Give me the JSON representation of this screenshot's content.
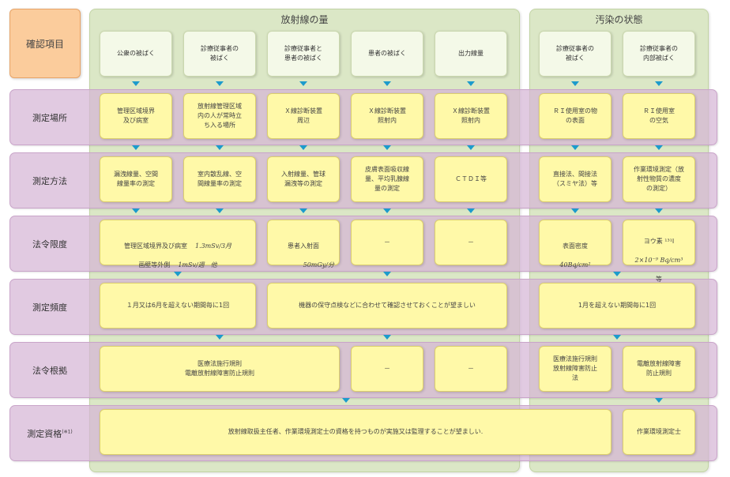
{
  "header_label": "確認項目",
  "groups": [
    {
      "title": "放射線の量"
    },
    {
      "title": "汚染の状態"
    }
  ],
  "columns": [
    "公衆の被ばく",
    "診療従事者の\n被ばく",
    "診療従事者と\n患者の被ばく",
    "患者の被ばく",
    "出力線量",
    "診療従事者の\n被ばく",
    "診療従事者の\n内部被ばく"
  ],
  "rows": [
    {
      "label": "測定場所"
    },
    {
      "label": "測定方法"
    },
    {
      "label": "法令限度"
    },
    {
      "label": "測定頻度"
    },
    {
      "label": "法令根拠"
    },
    {
      "label": "測定資格",
      "note": "(※1)"
    }
  ],
  "location": [
    "管理区域境界\n及び病室",
    "放射線管理区域\n内の人が常時立\nち入る場所",
    "Ｘ線診断装置\n周辺",
    "Ｘ線診断装置\n照射内",
    "Ｘ線診断装置\n照射内",
    "ＲＩ使用室の物\nの表面",
    "ＲＩ使用室\nの空気"
  ],
  "method": [
    "漏洩線量、空間\n線量率の測定",
    "室内散乱線、空\n間線量率の測定",
    "入射線量、管球\n漏洩等の測定",
    "皮膚表面吸収線\n量、平均乳腺線\n量の測定",
    "ＣＴＤＩ等",
    "直接法、間接法\n（スミヤ法）等",
    "作業環境測定（放\n射性物質の濃度\nの測定）"
  ],
  "limits": {
    "c1_a_label": "管理区域境界及び病室",
    "c1_a_value": "1.3mSv/3月",
    "c1_b_label": "画壁等外側",
    "c1_b_value": "1mSv/週　他",
    "c3_label": "患者入射面",
    "c3_value": "50mGy/分",
    "c4": "－",
    "c5": "－",
    "c6_label": "表面密度",
    "c6_value": "40Bq/cm²",
    "c7_label": "ヨウ素 ¹³¹I",
    "c7_value": "2×10⁻⁹ Bq/cm³",
    "c7_suffix": "等"
  },
  "frequency": [
    "１月又は6月を超えない期間毎に1回",
    "機器の保守点検などに合わせて確認させておくことが望ましい",
    "1月を超えない期間毎に1回"
  ],
  "basis": [
    "医療法施行規則\n電離放射線障害防止規則",
    "－",
    "－",
    "医療法施行規則\n放射線障害防止\n法",
    "電離放射線障害\n防止規則"
  ],
  "qualification": [
    "放射線取扱主任者、作業環境測定士の資格を持つものが実施又は監理することが望ましい.",
    "作業環境測定士"
  ]
}
